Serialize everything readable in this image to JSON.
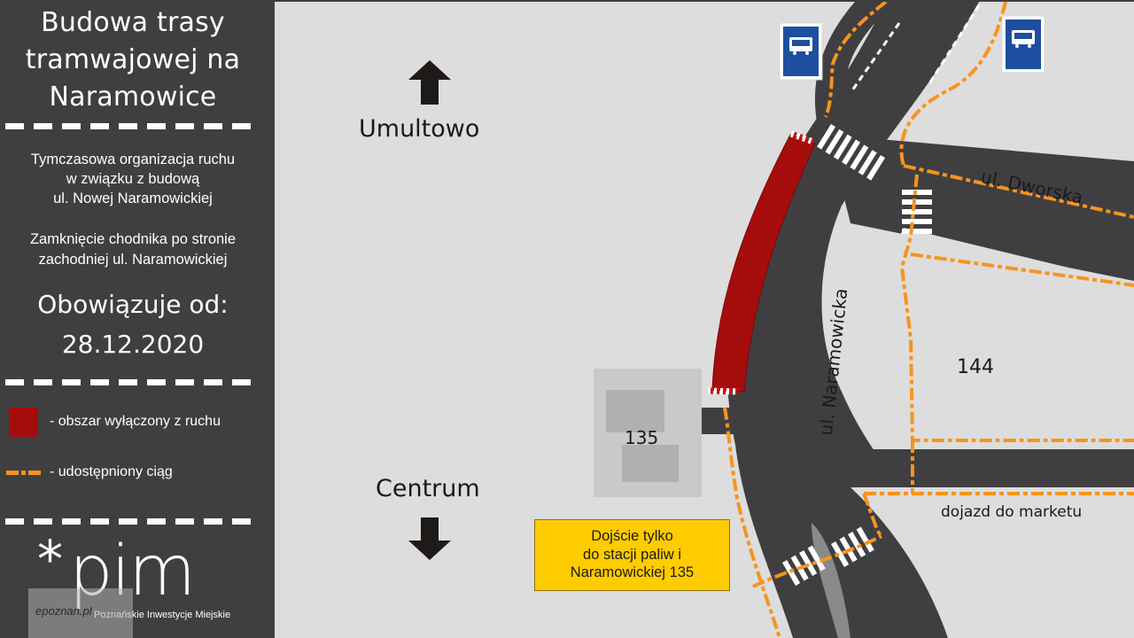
{
  "sidebar": {
    "title_lines": [
      "Budowa  trasy",
      "tramwajowej na",
      "Naramowice"
    ],
    "info_lines_1": [
      "Tymczasowa organizacja ruchu",
      "w związku z budową",
      "ul. Nowej Naramowickiej"
    ],
    "info_lines_2": [
      "Zamknięcie chodnika po stronie",
      "zachodniej ul. Naramowickiej"
    ],
    "valid_from_label": "Obowiązuje od:",
    "valid_from_date": "28.12.2020",
    "legend": {
      "closed_area": "- obszar wyłączony z ruchu",
      "shared_path": "- udostępniony ciąg"
    },
    "logo": {
      "star": "*",
      "word": "pim",
      "subtitle": "Poznańskie Inwestycje Miejskie"
    },
    "watermark": "epoznan.pl"
  },
  "map": {
    "direction_north": "Umultowo",
    "direction_south": "Centrum",
    "street_main": "ul. Naramowicka",
    "street_side": "ul. Dworska",
    "market_access": "dojazd do marketu",
    "building_135": "135",
    "building_144": "144",
    "notice_lines": [
      "Dojście tylko",
      "do stacji paliw i",
      "Naramowickiej 135"
    ]
  },
  "colors": {
    "sidebar_bg": "#3f3f42",
    "map_bg": "#dddddd",
    "road": "#3f3f42",
    "closed_area": "#a50d0d",
    "shared_path": "#f7941d",
    "notice_bg": "#ffcc00",
    "bus_sign": "#1d4fa0"
  },
  "icons": [
    "arrow-up-icon",
    "arrow-down-icon",
    "bus-stop-sign-icon"
  ]
}
